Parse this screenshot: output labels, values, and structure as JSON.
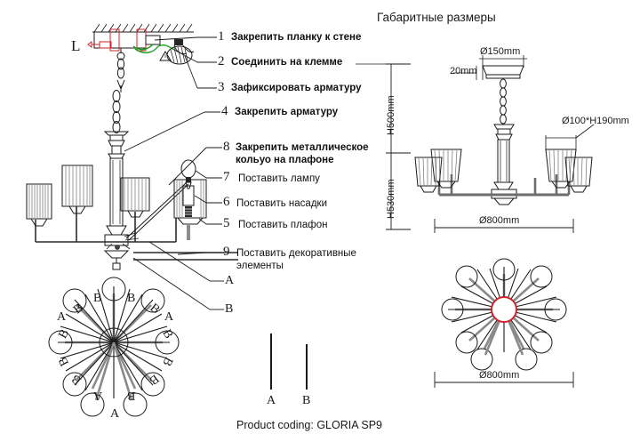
{
  "page": {
    "background": "#ffffff",
    "ink": "#1a1a1a",
    "accent_red": "#d0242c",
    "accent_green": "#17a11b"
  },
  "headings": {
    "dimensions_title": "Габаритные размеры"
  },
  "footer": {
    "product_coding": "Product coding: GLORIA SP9"
  },
  "steps": [
    {
      "num": "1",
      "text": "Закрепить планку к стене",
      "bold": true
    },
    {
      "num": "2",
      "text": "Соединить на клемме",
      "bold": true
    },
    {
      "num": "3",
      "text": "Зафиксировать арматуру",
      "bold": true
    },
    {
      "num": "4",
      "text": "Закрепить арматуру",
      "bold": true
    },
    {
      "num": "8",
      "text": "Закрепить металлическое\nкольуо на плафоне",
      "bold": true
    },
    {
      "num": "7",
      "text": "Поставить лампу",
      "bold": false
    },
    {
      "num": "6",
      "text": "Поставить насадки",
      "bold": false
    },
    {
      "num": "5",
      "text": "Поставить плафон",
      "bold": false
    },
    {
      "num": "9",
      "text": "Поставить декоративные\nэлементы",
      "bold": false
    }
  ],
  "callout_letters": {
    "a": "A",
    "b": "B"
  },
  "rod_legend": {
    "rod_a_label": "A",
    "rod_b_label": "B"
  },
  "wall_label": "L",
  "dimensions": {
    "height_upper": "H500mm",
    "height_lower": "H530mm",
    "canopy_diameter": "Ø150mm",
    "canopy_thickness": "20mm",
    "shade_size": "Ø100*H190mm",
    "spread_elevation": "Ø800mm",
    "spread_plan": "Ø800mm"
  },
  "plan_view_left": {
    "arm_count": 9,
    "label_a_positions": 4,
    "label_b_positions": 10,
    "letters": [
      "B",
      "B",
      "B",
      "A",
      "B",
      "A",
      "B",
      "B",
      "B",
      "B",
      "B",
      "B",
      "A",
      "B",
      "A"
    ]
  },
  "plan_view_right": {
    "arm_count": 9,
    "center_highlight_color": "#d0242c"
  }
}
